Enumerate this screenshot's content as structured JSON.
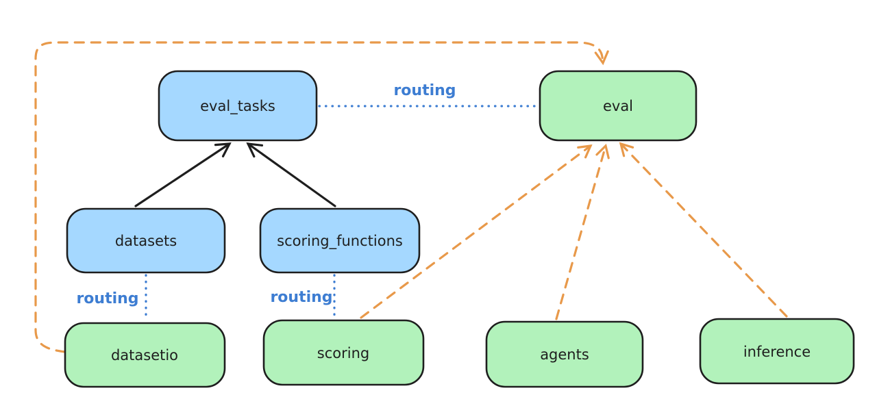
{
  "diagram": {
    "background": "#ffffff",
    "colors": {
      "node_stroke": "#1e1e1e",
      "blue_fill": "#a5d8ff",
      "green_fill": "#b2f2bb",
      "routing_blue": "#3d7dd2",
      "arrow_black": "#1e1e1e",
      "arrow_orange": "#e8994a"
    },
    "nodes": [
      {
        "id": "eval_tasks",
        "label": "eval_tasks",
        "color": "blue"
      },
      {
        "id": "eval",
        "label": "eval",
        "color": "green"
      },
      {
        "id": "datasets",
        "label": "datasets",
        "color": "blue"
      },
      {
        "id": "scoring_functions",
        "label": "scoring_functions",
        "color": "blue"
      },
      {
        "id": "datasetio",
        "label": "datasetio",
        "color": "green"
      },
      {
        "id": "scoring",
        "label": "scoring",
        "color": "green"
      },
      {
        "id": "agents",
        "label": "agents",
        "color": "green"
      },
      {
        "id": "inference",
        "label": "inference",
        "color": "green"
      }
    ],
    "edges": [
      {
        "from": "datasets",
        "to": "eval_tasks",
        "style": "solid-black-arrow"
      },
      {
        "from": "scoring_functions",
        "to": "eval_tasks",
        "style": "solid-black-arrow"
      },
      {
        "from": "eval_tasks",
        "to": "eval",
        "style": "dotted-blue",
        "label": "routing"
      },
      {
        "from": "datasets",
        "to": "datasetio",
        "style": "dotted-blue",
        "label": "routing"
      },
      {
        "from": "scoring_functions",
        "to": "scoring",
        "style": "dotted-blue",
        "label": "routing"
      },
      {
        "from": "datasetio",
        "to": "eval",
        "style": "dashed-orange-arrow"
      },
      {
        "from": "scoring",
        "to": "eval",
        "style": "dashed-orange-arrow"
      },
      {
        "from": "agents",
        "to": "eval",
        "style": "dashed-orange-arrow"
      },
      {
        "from": "inference",
        "to": "eval",
        "style": "dashed-orange-arrow"
      }
    ],
    "edge_labels": {
      "routing_top": "routing",
      "routing_datasets": "routing",
      "routing_scoring": "routing"
    }
  }
}
